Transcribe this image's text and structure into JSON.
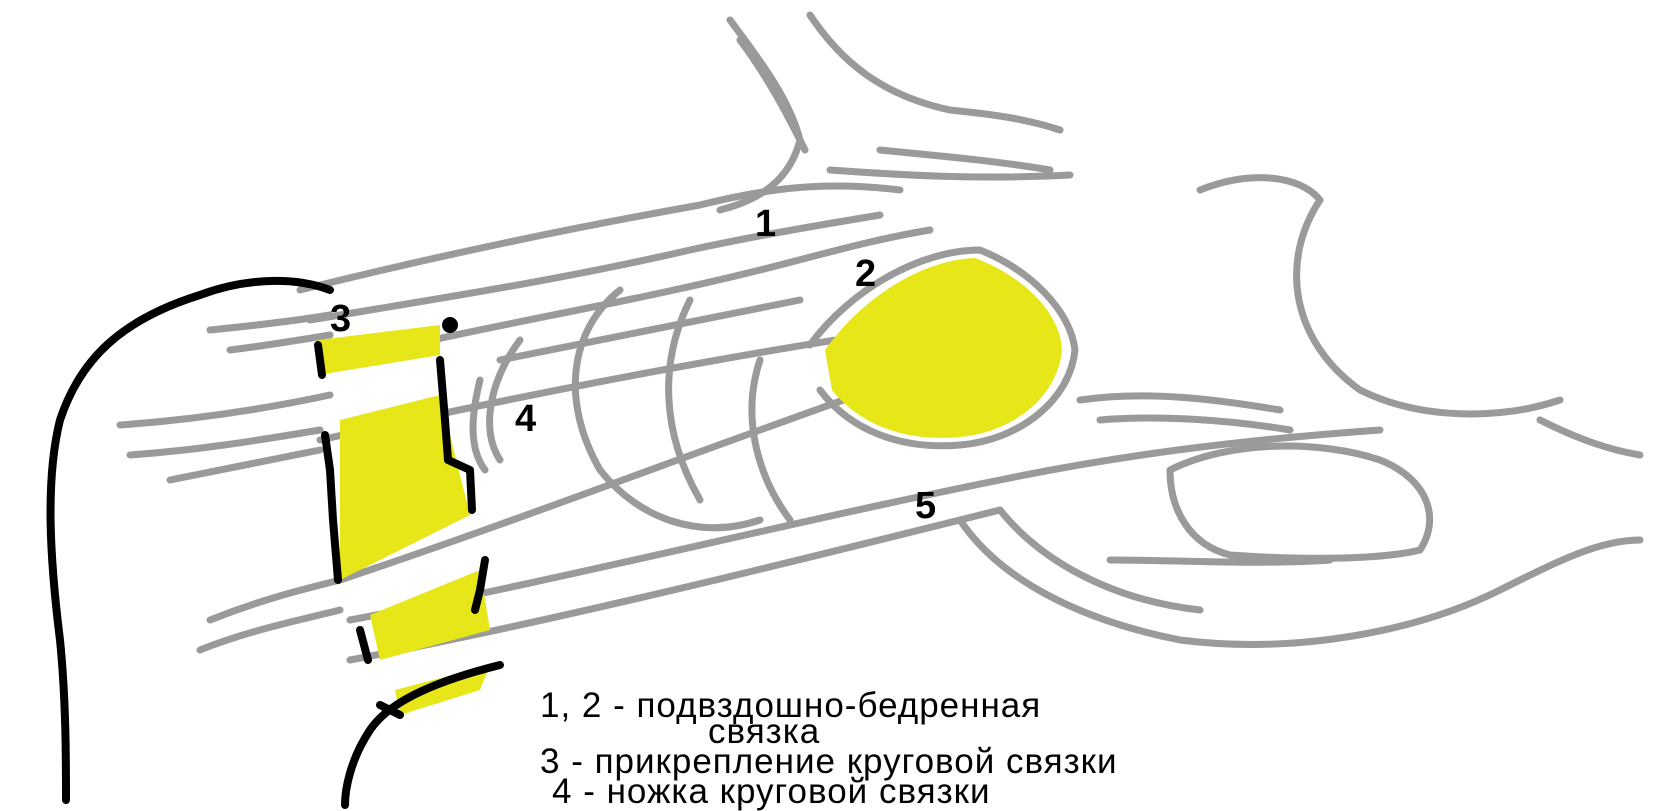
{
  "labels": {
    "l1": "1",
    "l2": "2",
    "l3": "3",
    "l4": "4",
    "l5": "5"
  },
  "legend": [
    "1, 2 - подвздошно-бедренная",
    "связка",
    "3 - прикрепление круговой связки",
    "4 - ножка круговой связки"
  ],
  "colors": {
    "ligament_gray": "#9a9a9a",
    "highlight_yellow": "#e6e619",
    "outline_black": "#000000"
  }
}
